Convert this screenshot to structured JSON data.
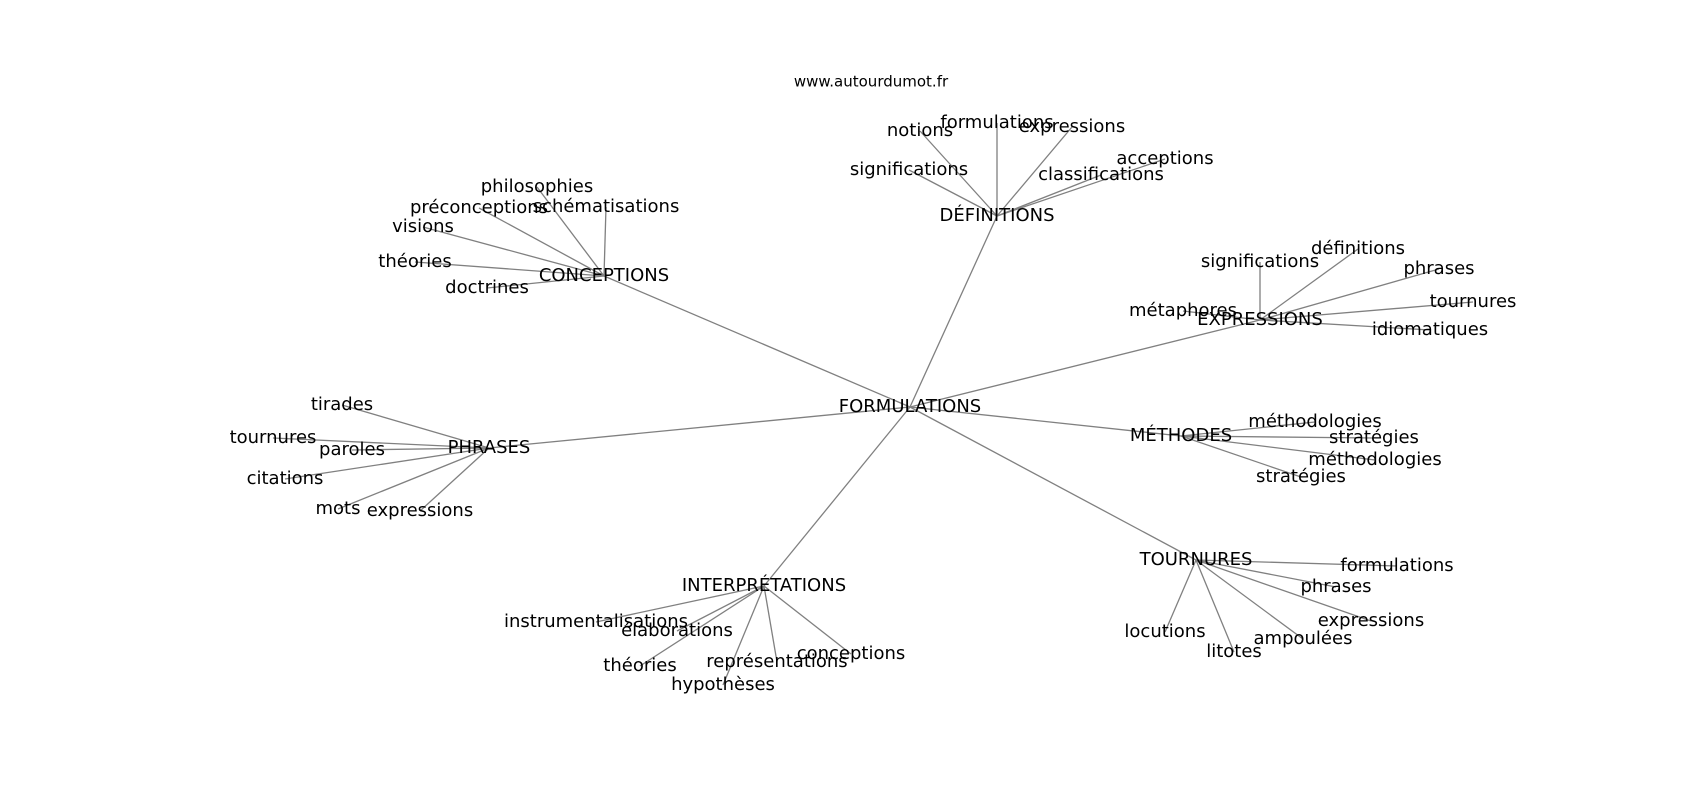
{
  "site": "www.autourdumot.fr",
  "root": "FORMULATIONS",
  "groups": [
    {
      "label": "DÉFINITIONS",
      "children": [
        "notions",
        "formulations",
        "expressions",
        "significations",
        "classifications",
        "acceptions"
      ]
    },
    {
      "label": "CONCEPTIONS",
      "children": [
        "philosophies",
        "préconceptions",
        "schématisations",
        "visions",
        "théories",
        "doctrines"
      ]
    },
    {
      "label": "EXPRESSIONS",
      "children": [
        "significations",
        "définitions",
        "phrases",
        "tournures",
        "métaphores",
        "idiomatiques"
      ]
    },
    {
      "label": "PHRASES",
      "children": [
        "tirades",
        "tournures",
        "paroles",
        "citations",
        "mots",
        "expressions"
      ]
    },
    {
      "label": "MÉTHODES",
      "children": [
        "méthodologies",
        "stratégies",
        "méthodologies",
        "stratégies"
      ]
    },
    {
      "label": "TOURNURES",
      "children": [
        "formulations",
        "phrases",
        "expressions",
        "locutions",
        "ampoulées",
        "litotes"
      ]
    },
    {
      "label": "INTERPRÉTATIONS",
      "children": [
        "instrumentalisations",
        "élaborations",
        "théories",
        "représentations",
        "conceptions",
        "hypothèses"
      ]
    }
  ]
}
